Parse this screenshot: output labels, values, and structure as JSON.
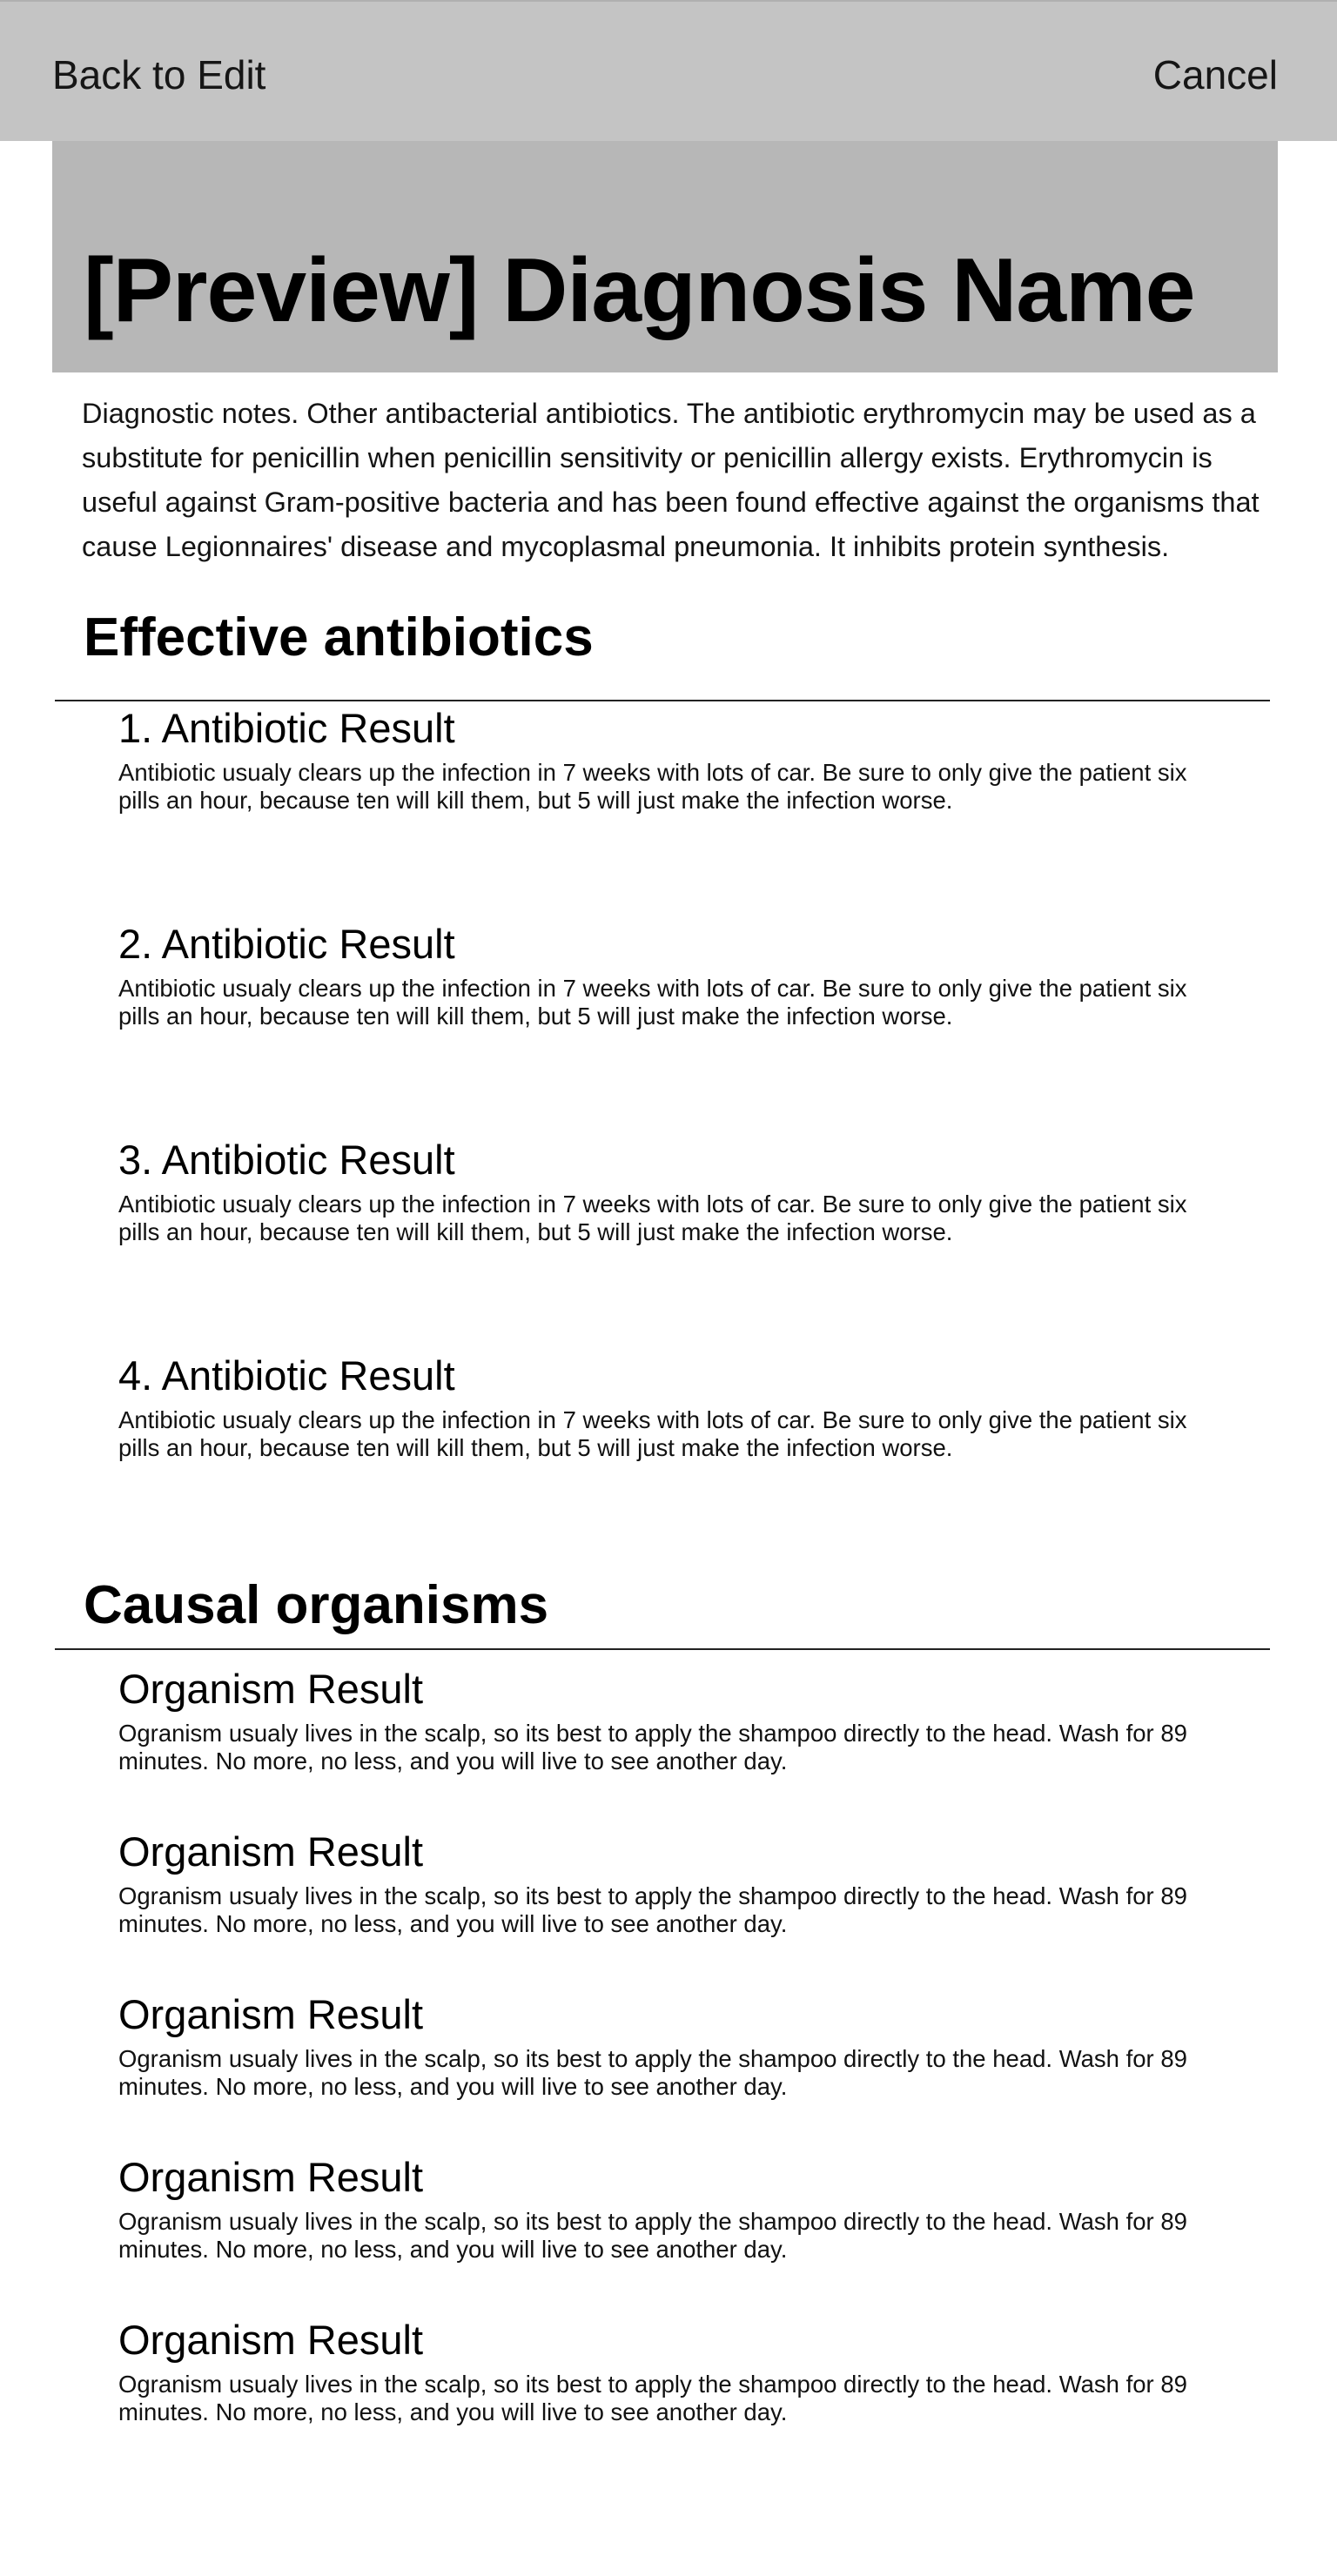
{
  "topbar": {
    "back_label": "Back to Edit",
    "cancel_label": "Cancel"
  },
  "header": {
    "title": "[Preview] Diagnosis Name"
  },
  "notes": "Diagnostic notes. Other antibacterial antibiotics. The antibiotic erythromycin may be used as a substitute for penicillin when penicillin sensitivity or penicillin allergy exists. Erythromycin is useful against Gram-positive bacteria and has been found effective against the organisms that cause Legionnaires' disease and mycoplasmal pneumonia. It inhibits protein synthesis.",
  "antibiotics": {
    "title": "Effective antibiotics",
    "items": [
      {
        "title": "1. Antibiotic Result",
        "text": "Antibiotic usualy clears up the infection in 7 weeks with lots of car. Be sure to only give the patient six pills an hour, because ten will kill them, but 5 will just make the infection worse."
      },
      {
        "title": "2. Antibiotic Result",
        "text": "Antibiotic usualy clears up the infection in 7 weeks with lots of car. Be sure to only give the patient six pills an hour, because ten will kill them, but 5 will just make the infection worse."
      },
      {
        "title": "3. Antibiotic Result",
        "text": "Antibiotic usualy clears up the infection in 7 weeks with lots of car. Be sure to only give the patient six pills an hour, because ten will kill them, but 5 will just make the infection worse."
      },
      {
        "title": "4. Antibiotic Result",
        "text": "Antibiotic usualy clears up the infection in 7 weeks with lots of car. Be sure to only give the patient six pills an hour, because ten will kill them, but 5 will just make the infection worse."
      }
    ]
  },
  "organisms": {
    "title": "Causal organisms",
    "items": [
      {
        "title": "Organism Result",
        "text": "Ogranism usualy lives in the scalp, so its best to apply the shampoo directly to the head. Wash for 89 minutes. No more, no less, and you will live to see another day."
      },
      {
        "title": "Organism Result",
        "text": "Ogranism usualy lives in the scalp, so its best to apply the shampoo directly to the head. Wash for 89 minutes. No more, no less, and you will live to see another day."
      },
      {
        "title": "Organism Result",
        "text": "Ogranism usualy lives in the scalp, so its best to apply the shampoo directly to the head. Wash for 89 minutes. No more, no less, and you will live to see another day."
      },
      {
        "title": "Organism Result",
        "text": "Ogranism usualy lives in the scalp, so its best to apply the shampoo directly to the head. Wash for 89 minutes. No more, no less, and you will live to see another day."
      },
      {
        "title": "Organism Result",
        "text": "Ogranism usualy lives in the scalp, so its best to apply the shampoo directly to the head. Wash for 89 minutes. No more, no less, and you will live to see another day."
      }
    ]
  }
}
